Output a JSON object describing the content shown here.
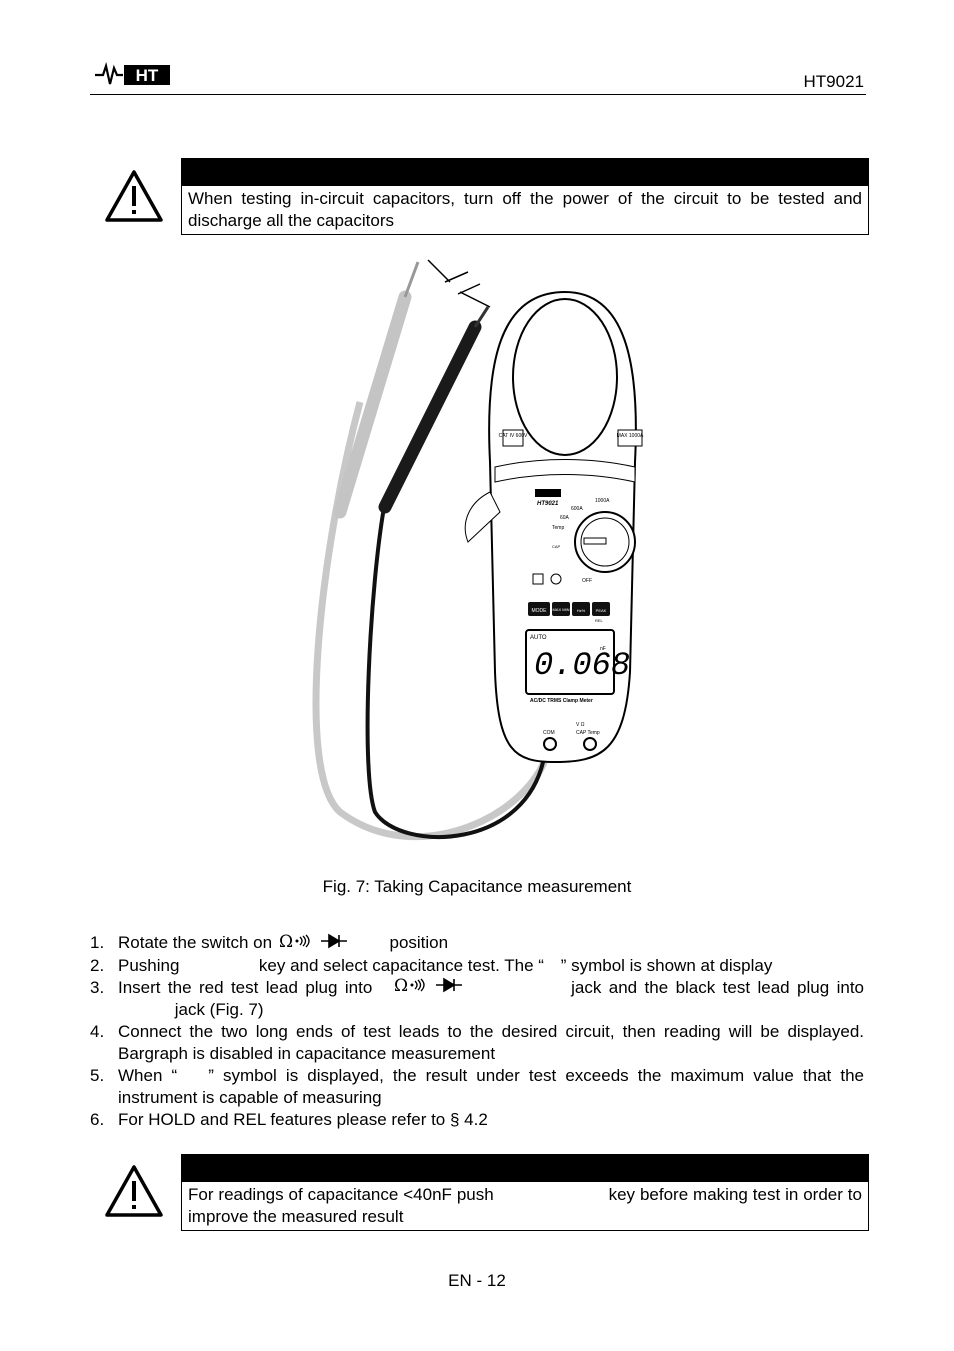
{
  "header": {
    "logo_text": "HT",
    "model": "HT9021"
  },
  "warning_top": {
    "text": "When testing in-circuit capacitors, turn off the power of the circuit to be tested and discharge all the capacitors"
  },
  "figure": {
    "caption": "Fig. 7: Taking Capacitance measurement",
    "meter": {
      "brand": "HT",
      "model": "HT9021",
      "cat_left": "CAT IV 600V",
      "max_right": "MAX 1000A",
      "range_1000a": "1000A",
      "range_600a": "600A",
      "range_60a": "60A",
      "temp_label": "Temp",
      "cap_label": "CAP",
      "off_label": "OFF",
      "buttons": [
        "MODE",
        "MAX MIN",
        "Hz%",
        "PEAK"
      ],
      "rel_label": "REL",
      "display_mode": "AUTO",
      "display_reading": "0.068",
      "display_unit": "nF",
      "product_name": "AC/DC TRMS Clamp Meter",
      "com_label": "COM",
      "vcap_label": "V Ω",
      "vcap_label2": "CAP Temp"
    }
  },
  "steps": [
    {
      "num": "1.",
      "parts": [
        "Rotate the switch on ",
        " position"
      ]
    },
    {
      "num": "2.",
      "parts": [
        "Pushing ",
        " key and select capacitance test. The “",
        " ” symbol is shown at display"
      ]
    },
    {
      "num": "3.",
      "parts": [
        "Insert the red test lead plug into ",
        " jack and the black test lead plug into ",
        " jack (Fig. 7)"
      ]
    },
    {
      "num": "4.",
      "text": "Connect the two long ends of test leads to the desired circuit, then reading will be displayed. Bargraph is disabled in capacitance measurement"
    },
    {
      "num": "5.",
      "parts": [
        "When “",
        " ” symbol is displayed, the result under test exceeds the maximum value that the instrument is capable of measuring"
      ]
    },
    {
      "num": "6.",
      "text": "For HOLD and REL features please refer to § 4.2"
    }
  ],
  "warning_bottom": {
    "parts": [
      "For readings of capacitance <40nF push",
      " key before making test in order to improve the measured result"
    ]
  },
  "footer": {
    "page_number": "EN - 12"
  }
}
